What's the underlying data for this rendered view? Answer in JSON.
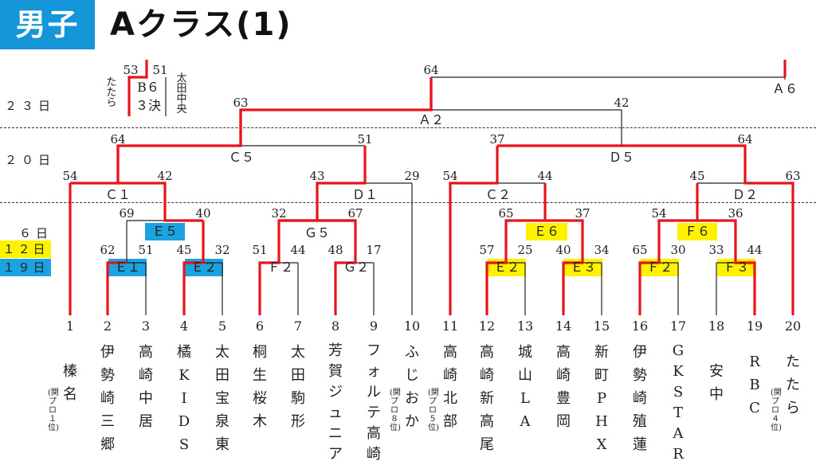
{
  "header": {
    "badge": "男子",
    "title": "Aクラス(1)"
  },
  "days": {
    "d23": "２３日",
    "d20": "２０日",
    "d6": "６日",
    "d12": "１２日",
    "d19": "１９日"
  },
  "colors": {
    "red": "#e8141b",
    "blue": "#1596d8",
    "yellow": "#fff200",
    "line": "#222222"
  },
  "legend": {
    "score_left": "53",
    "score_right": "51",
    "team_left": "たたら",
    "team_right": "太田中央",
    "code": "B６",
    "label": "３決"
  },
  "teams": [
    {
      "no": "1",
      "name": "榛\n名",
      "note": "(関プロ１位)"
    },
    {
      "no": "2",
      "name": "伊\n勢\n崎\n三\n郷",
      "note": ""
    },
    {
      "no": "3",
      "name": "高\n崎\n中\n居",
      "note": ""
    },
    {
      "no": "4",
      "name": "橘\nK\nI\nD\nS",
      "note": ""
    },
    {
      "no": "5",
      "name": "太\n田\n宝\n泉\n東",
      "note": ""
    },
    {
      "no": "6",
      "name": "桐\n生\n桜\n木",
      "note": ""
    },
    {
      "no": "7",
      "name": "太\n田\n駒\n形",
      "note": ""
    },
    {
      "no": "8",
      "name": "芳\n賀\nジ\nュ\nニ\nア",
      "note": ""
    },
    {
      "no": "9",
      "name": "フ\nォ\nル\nテ\n高\n崎",
      "note": ""
    },
    {
      "no": "10",
      "name": "ふ\nじ\nお\nか",
      "note": "(関プロ８位)"
    },
    {
      "no": "11",
      "name": "高\n崎\n北\n部",
      "note": "(関プロ５位)"
    },
    {
      "no": "12",
      "name": "高\n崎\n新\n高\n尾",
      "note": ""
    },
    {
      "no": "13",
      "name": "城\n山\nL\nA",
      "note": ""
    },
    {
      "no": "14",
      "name": "高\n崎\n豊\n岡",
      "note": ""
    },
    {
      "no": "15",
      "name": "新\n町\nP\nH\nX",
      "note": ""
    },
    {
      "no": "16",
      "name": "伊\n勢\n崎\n殖\n蓮",
      "note": ""
    },
    {
      "no": "17",
      "name": "G\nK\nS\nT\nA\nR",
      "note": ""
    },
    {
      "no": "18",
      "name": "安\n中",
      "note": ""
    },
    {
      "no": "19",
      "name": "R\nB\nC",
      "note": ""
    },
    {
      "no": "20",
      "name": "た\nた\nら",
      "note": "(関プロ４位)"
    }
  ],
  "matches": {
    "E1": {
      "code": "Ｅ１",
      "left": "62",
      "right": "51"
    },
    "E2L": {
      "code": "Ｅ２",
      "left": "45",
      "right": "32"
    },
    "F2L": {
      "code": "Ｆ２",
      "left": "51",
      "right": "44"
    },
    "G2": {
      "code": "Ｇ２",
      "left": "48",
      "right": "17"
    },
    "E2R": {
      "code": "Ｅ２",
      "left": "57",
      "right": "25"
    },
    "E3": {
      "code": "Ｅ３",
      "left": "40",
      "right": "34"
    },
    "F2R": {
      "code": "Ｆ２",
      "left": "65",
      "right": "30"
    },
    "F3": {
      "code": "Ｆ３",
      "left": "33",
      "right": "44"
    },
    "E5": {
      "code": "Ｅ５",
      "left": "69",
      "right": "40"
    },
    "G5": {
      "code": "Ｇ５",
      "left": "32",
      "right": "67"
    },
    "E6": {
      "code": "Ｅ６",
      "left": "65",
      "right": "37"
    },
    "F6": {
      "code": "Ｆ６",
      "left": "54",
      "right": "36"
    },
    "C1": {
      "code": "Ｃ１",
      "left": "54",
      "right": "42"
    },
    "D1": {
      "code": "Ｄ１",
      "left": "43",
      "right": "29"
    },
    "C2": {
      "code": "Ｃ２",
      "left": "54",
      "right": "44"
    },
    "D2": {
      "code": "Ｄ２",
      "left": "45",
      "right": "63"
    },
    "C5": {
      "code": "Ｃ５",
      "left": "64",
      "right": "51"
    },
    "D5": {
      "code": "Ｄ５",
      "left": "37",
      "right": "64"
    },
    "A2": {
      "code": "Ａ２",
      "left": "63",
      "right": "42"
    },
    "A6": {
      "code": "Ａ６",
      "left": "64",
      "right": ""
    }
  }
}
